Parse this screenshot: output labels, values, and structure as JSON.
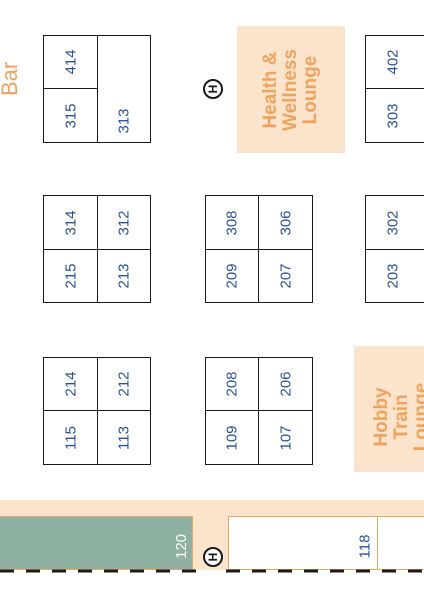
{
  "map": {
    "label_bar": "Bar",
    "health_lounge": "Health &\nWellness\nLounge",
    "hobby_lounge": "Hobby\nTrain\nLounge",
    "help_symbol": "H",
    "booths": {
      "b414": "414",
      "b315": "315",
      "b313": "313",
      "b314": "314",
      "b215": "215",
      "b312": "312",
      "b213": "213",
      "b214": "214",
      "b115": "115",
      "b212": "212",
      "b113": "113",
      "b308": "308",
      "b209": "209",
      "b306": "306",
      "b207": "207",
      "b208": "208",
      "b109": "109",
      "b206": "206",
      "b107": "107",
      "b402": "402",
      "b303": "303",
      "b302": "302",
      "b203": "203",
      "b120": "120",
      "b118": "118"
    },
    "colors": {
      "booth_number": "#2a5298",
      "lounge_fill": "#fbe3cc",
      "lounge_text": "#f0a35c",
      "green_booth": "#8fb1a2"
    }
  }
}
